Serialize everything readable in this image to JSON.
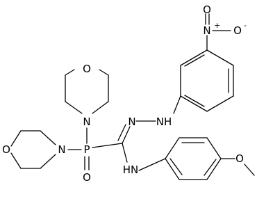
{
  "molecule": {
    "atoms": {
      "nitro_o_top": "O",
      "nitro_n": "N",
      "nitro_charge_plus": "+",
      "nitro_o_right": "O",
      "nitro_charge_minus": "-",
      "morph1_o": "O",
      "morph1_n": "N",
      "hydrazine_nh": "NH",
      "morph2_o": "O",
      "morph2_n": "N",
      "p": "P",
      "c_equals_n": "N",
      "phosphoryl_o": "O",
      "amide_hn": "HN",
      "methoxy_o": "O"
    },
    "colors": {
      "bond": "#000000",
      "text": "#000000",
      "background": "#ffffff"
    }
  }
}
